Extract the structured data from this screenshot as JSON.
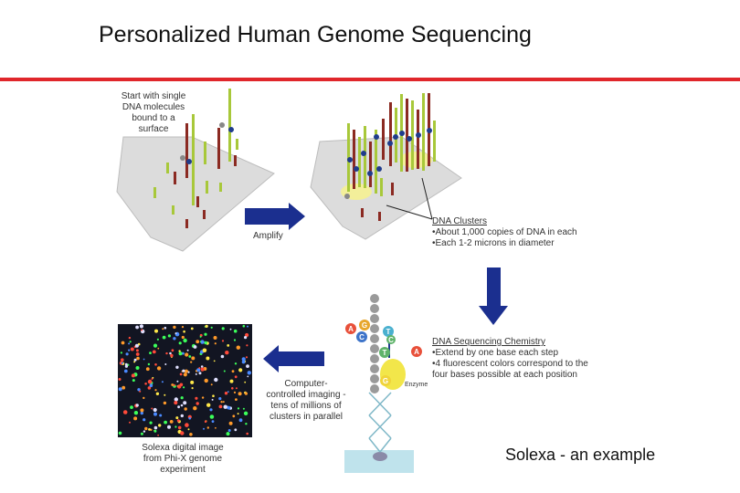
{
  "slide": {
    "title": "Personalized Human Genome Sequencing",
    "caption": "Solexa - an example"
  },
  "figure": {
    "step1_label": [
      "Start with single",
      "DNA molecules",
      "bound to a",
      "surface"
    ],
    "amplify_label": "Amplify",
    "clusters_heading": "DNA Clusters",
    "clusters_points": [
      "•About 1,000 copies of DNA in each",
      "•Each 1-2 microns in diameter"
    ],
    "chemistry_heading": "DNA Sequencing Chemistry",
    "chemistry_points": [
      "•Extend by one base each step",
      "•4 fluorescent colors correspond to the",
      "four bases possible at each position"
    ],
    "imaging_label": [
      "Computer-",
      "controlled imaging -",
      "tens of millions of",
      "clusters in parallel"
    ],
    "image_label": [
      "Solexa digital image",
      "from Phi-X genome",
      "experiment"
    ],
    "enzyme_label": "Enzyme",
    "bases": [
      "G",
      "C",
      "T",
      "T",
      "A",
      "C",
      "G",
      "A"
    ]
  },
  "colors": {
    "accent_rule": "#e0262b",
    "arrow_blue": "#1b2f8f",
    "strand_green": "#a8c83a",
    "strand_red": "#8b2a22",
    "cluster_blue": "#1f3c8c",
    "enzyme_yellow": "#f2e64a"
  }
}
